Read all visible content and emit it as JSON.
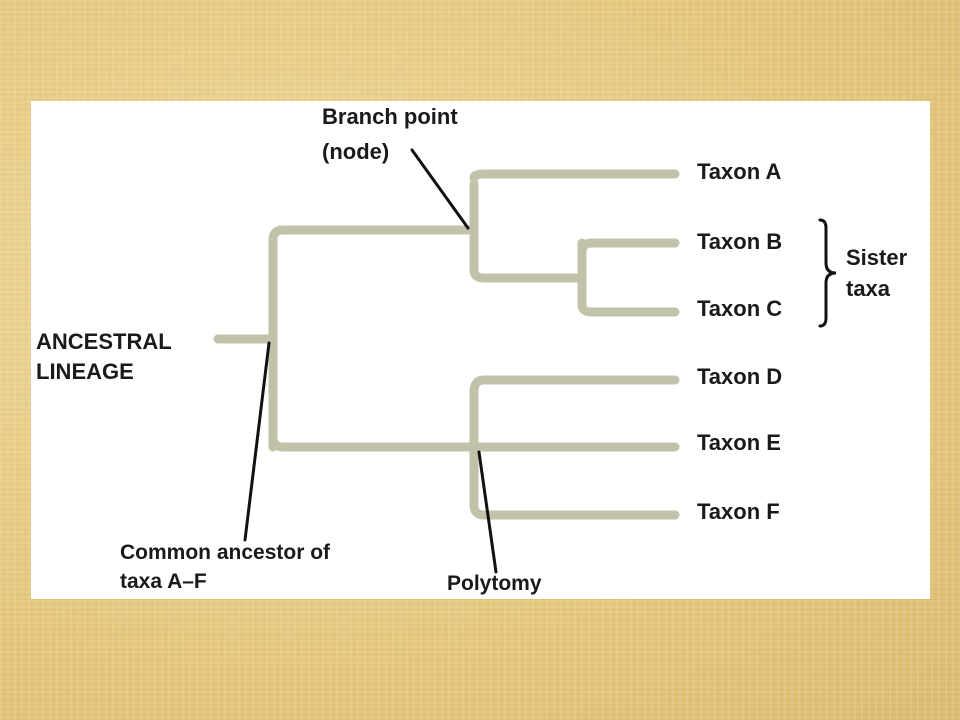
{
  "taxa": [
    "Taxon A",
    "Taxon B",
    "Taxon C",
    "Taxon D",
    "Taxon E",
    "Taxon F"
  ],
  "labels": {
    "branch_point_line1": "Branch point",
    "branch_point_line2": "(node)",
    "ancestral_line1": "ANCESTRAL",
    "ancestral_line2": "LINEAGE",
    "common_ancestor_line1": "Common ancestor of",
    "common_ancestor_line2": "taxa A–F",
    "polytomy": "Polytomy",
    "sister_line1": "Sister",
    "sister_line2": "taxa"
  },
  "colors": {
    "branch": "#c2c1a9",
    "pointer": "#111111",
    "panel": "#ffffff"
  }
}
